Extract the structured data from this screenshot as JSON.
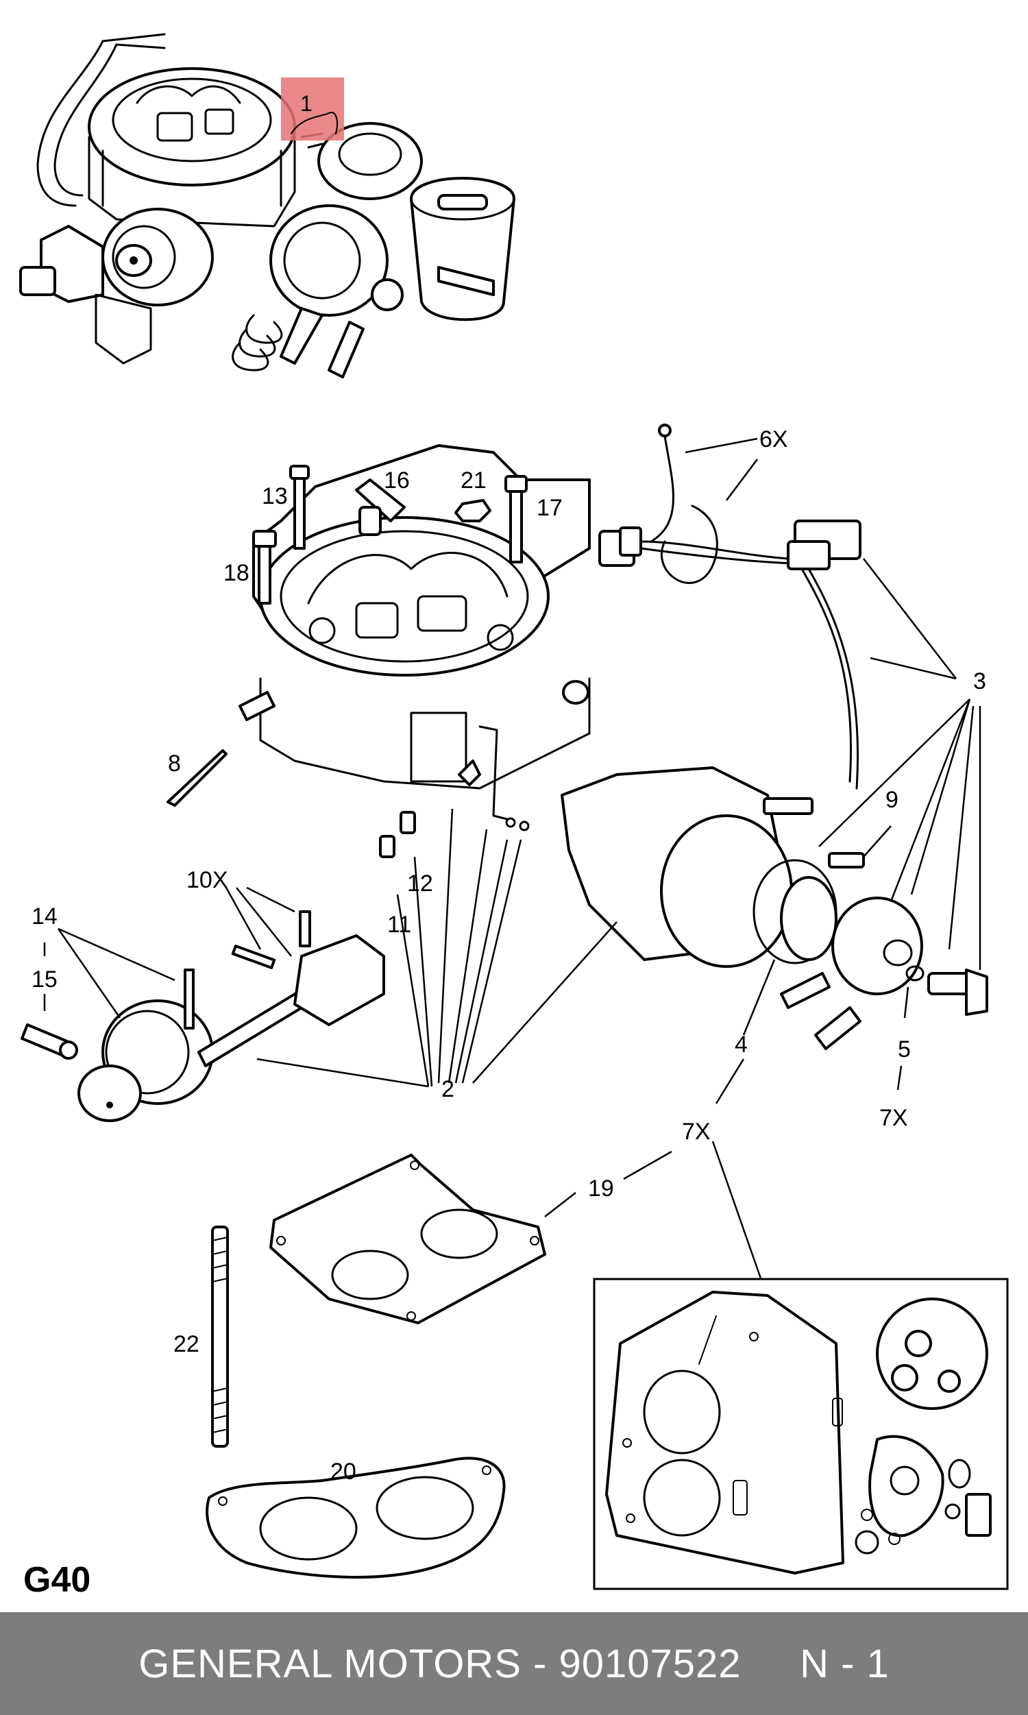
{
  "diagram": {
    "page_code": "G40",
    "highlight": {
      "label": "1",
      "color": "#e57373"
    },
    "callouts": [
      {
        "id": "c6x",
        "text": "6X"
      },
      {
        "id": "c16",
        "text": "16"
      },
      {
        "id": "c21",
        "text": "21"
      },
      {
        "id": "c13",
        "text": "13"
      },
      {
        "id": "c17",
        "text": "17"
      },
      {
        "id": "c18",
        "text": "18"
      },
      {
        "id": "c3",
        "text": "3"
      },
      {
        "id": "c9",
        "text": "9"
      },
      {
        "id": "c8",
        "text": "8"
      },
      {
        "id": "c12",
        "text": "12"
      },
      {
        "id": "c11",
        "text": "11"
      },
      {
        "id": "c10x",
        "text": "10X"
      },
      {
        "id": "c14",
        "text": "14"
      },
      {
        "id": "c15",
        "text": "15"
      },
      {
        "id": "c2",
        "text": "2"
      },
      {
        "id": "c4",
        "text": "4"
      },
      {
        "id": "c5",
        "text": "5"
      },
      {
        "id": "c7x_right",
        "text": "7X"
      },
      {
        "id": "c7x_mid",
        "text": "7X"
      },
      {
        "id": "c19",
        "text": "19"
      },
      {
        "id": "c22",
        "text": "22"
      },
      {
        "id": "c20",
        "text": "20"
      }
    ]
  },
  "footer": {
    "brand": "GENERAL MOTORS",
    "separator": "-",
    "part_number": "90107522",
    "quantity": "N - 1"
  }
}
